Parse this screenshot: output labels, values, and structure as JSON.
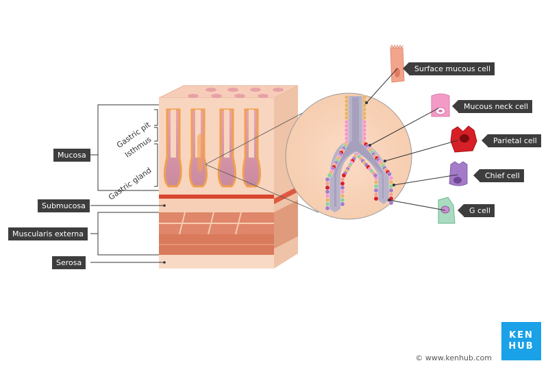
{
  "labels": {
    "mucosa": "Mucosa",
    "submucosa": "Submucosa",
    "muscularis_externa": "Muscularis externa",
    "serosa": "Serosa",
    "gastric_pit": "Gastric pit",
    "isthmus": "Isthmus",
    "gastric_gland": "Gastric gland"
  },
  "cells": {
    "surface_mucous": "Surface mucous cell",
    "mucous_neck": "Mucous neck cell",
    "parietal": "Parietal cell",
    "chief": "Chief cell",
    "g_cell": "G cell"
  },
  "branding": {
    "logo_line1": "KEN",
    "logo_line2": "HUB",
    "copyright": "© www.kenhub.com"
  },
  "colors": {
    "surface_mucous": "#f2a58c",
    "mucous_neck": "#f49ac6",
    "parietal": "#d61f26",
    "chief": "#a47bc9",
    "g_cell": "#a8dbbf",
    "logo": "#1aa1e7"
  }
}
